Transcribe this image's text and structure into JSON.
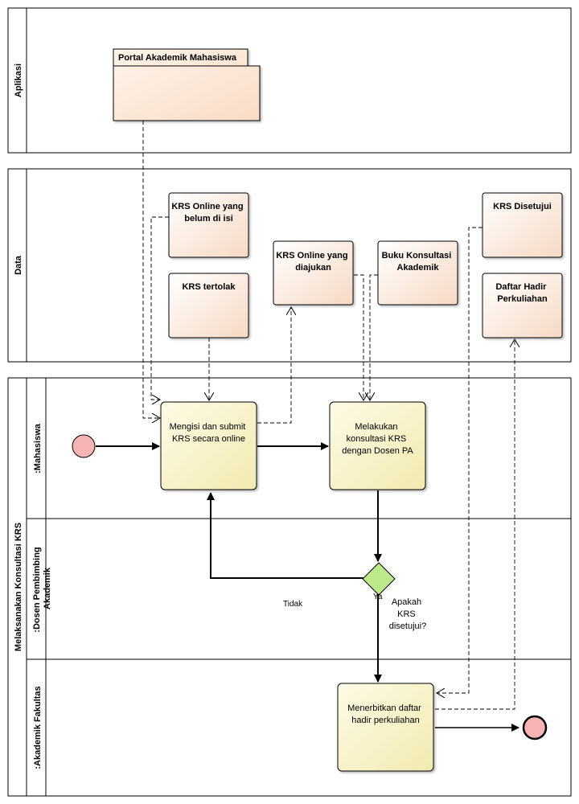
{
  "pools": {
    "aplikasi": "Aplikasi",
    "data": "Data",
    "proses": "Melaksanakan Konsultasi KRS"
  },
  "lanes": {
    "mahasiswa": ":Mahasiswa",
    "dosen_line1": ":Dosen Pembimbing",
    "dosen_line2": "Akademik",
    "akademik": ":Akademik Fakultas"
  },
  "aplikasi_box": {
    "label": "Portal Akademik Mahasiswa"
  },
  "data_objects": {
    "krs_belum": [
      "KRS Online yang",
      "belum di isi"
    ],
    "krs_tertolak": [
      "KRS tertolak"
    ],
    "krs_diajukan": [
      "KRS Online yang",
      "diajukan"
    ],
    "buku_konsultasi": [
      "Buku Konsultasi",
      "Akademik"
    ],
    "krs_disetujui": [
      "KRS Disetujui"
    ],
    "daftar_hadir": [
      "Daftar Hadir",
      "Perkuliahan"
    ]
  },
  "tasks": {
    "mengisi": [
      "Mengisi dan submit",
      "KRS secara online"
    ],
    "konsultasi": [
      "Melakukan",
      "konsultasi KRS",
      "dengan Dosen PA"
    ],
    "menerbitkan": [
      "Menerbitkan daftar",
      "hadir perkuliahan"
    ]
  },
  "gateway": {
    "question": [
      "Apakah",
      "KRS",
      "disetujui?"
    ],
    "yes_label": "Ya",
    "no_label": "Tidak"
  },
  "colors": {
    "data_fill": "#fbe7d8",
    "task_fill": "#f8f4cc",
    "gateway_fill": "#bde98a",
    "event_fill": "#f7b4b4",
    "line": "#000000"
  }
}
